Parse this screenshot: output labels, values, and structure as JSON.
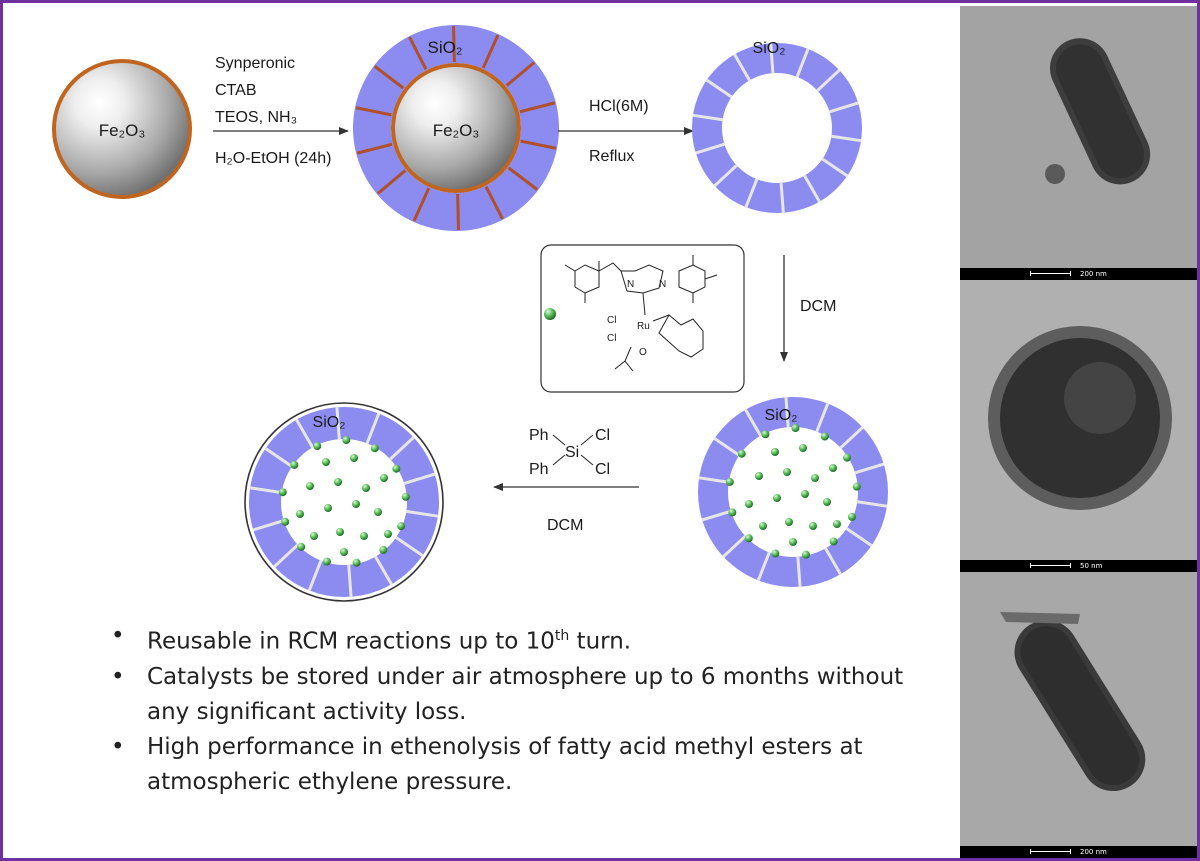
{
  "scheme": {
    "core_label_1": "Fe₂O₃",
    "core_label_2": "Fe₂O₃",
    "shell_label": "SiO₂",
    "step1": {
      "line1": "Synperonic",
      "line2": "CTAB",
      "line3": "TEOS, NH₃",
      "line4": "H₂O-EtOH (24h)"
    },
    "step2": {
      "line1": "HCl(6M)",
      "line2": "Reflux"
    },
    "step3": {
      "label": "DCM"
    },
    "step4": {
      "reagent_ph1": "Ph",
      "reagent_ph2": "Ph",
      "reagent_si": "Si",
      "reagent_cl1": "Cl",
      "reagent_cl2": "Cl",
      "solvent": "DCM"
    },
    "catalyst": {
      "n1": "N",
      "n2": "N",
      "cl1": "Cl",
      "cl2": "Cl",
      "ru": "Ru",
      "o": "O"
    }
  },
  "bullets": [
    {
      "marker": "•",
      "text": "Reusable in RCM reactions up to 10",
      "sup": "th",
      "after": " turn."
    },
    {
      "marker": "•",
      "text": "Catalysts be stored under air atmosphere up to 6 months without any significant activity loss."
    },
    {
      "marker": "•",
      "text": "High performance in ethenolysis of fatty acid methyl esters at atmospheric ethylene pressure."
    }
  ],
  "tem_images": [
    {
      "scale_label": "200 nm"
    },
    {
      "scale_label": "50 nm"
    },
    {
      "scale_label": "200 nm"
    }
  ],
  "colors": {
    "frame": "#7030a0",
    "silica": "#8b8bf0",
    "core_rim": "#c06020",
    "ru_sphere": "#2e9b3a"
  }
}
